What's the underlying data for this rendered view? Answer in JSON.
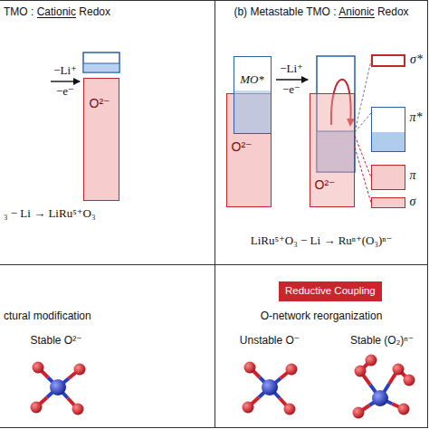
{
  "diagram": {
    "nodes": [
      {
        "text": [
          "TMO : Cationic Redox",
          "₃ − Li → LiRu⁵⁺O₃"
        ]
      },
      {
        "text": [
          "O²⁻"
        ],
        "in": 0
      },
      {
        "text": [
          "(b) Metastable TMO : Anionic Redox",
          "LiRu⁵⁺O₃ − Li → Ruⁿ⁺(O₃)ⁿ⁻"
        ]
      },
      {
        "text": [
          "MO*"
        ],
        "in": 2
      },
      {
        "text": [
          "O²⁻"
        ],
        "in": 2
      },
      {
        "text": [
          "O²⁻"
        ],
        "in": 2
      },
      {
        "text": [
          "σ*"
        ],
        "in": 2
      },
      {
        "text": [
          "π*"
        ],
        "in": 2
      },
      {
        "text": [
          "π"
        ],
        "in": 2
      },
      {
        "text": [
          "σ"
        ],
        "in": 2
      },
      {
        "text": [
          "ctural modification",
          "Stable O²⁻"
        ]
      },
      {
        "text": [
          "O-network reorganization",
          "Unstable O⁻",
          "Stable (O₂)ⁿ⁻"
        ]
      },
      {
        "text": [
          "Reductive Coupling"
        ],
        "in": 11
      }
    ],
    "edges": [
      {
        "from": 5,
        "to": 8,
        "arrow": "none"
      },
      {
        "from": 5,
        "to": 9,
        "arrow": "none"
      }
    ],
    "labels": [
      "−Li⁺",
      "−e⁻",
      "−Li⁺",
      "−e⁻"
    ]
  }
}
